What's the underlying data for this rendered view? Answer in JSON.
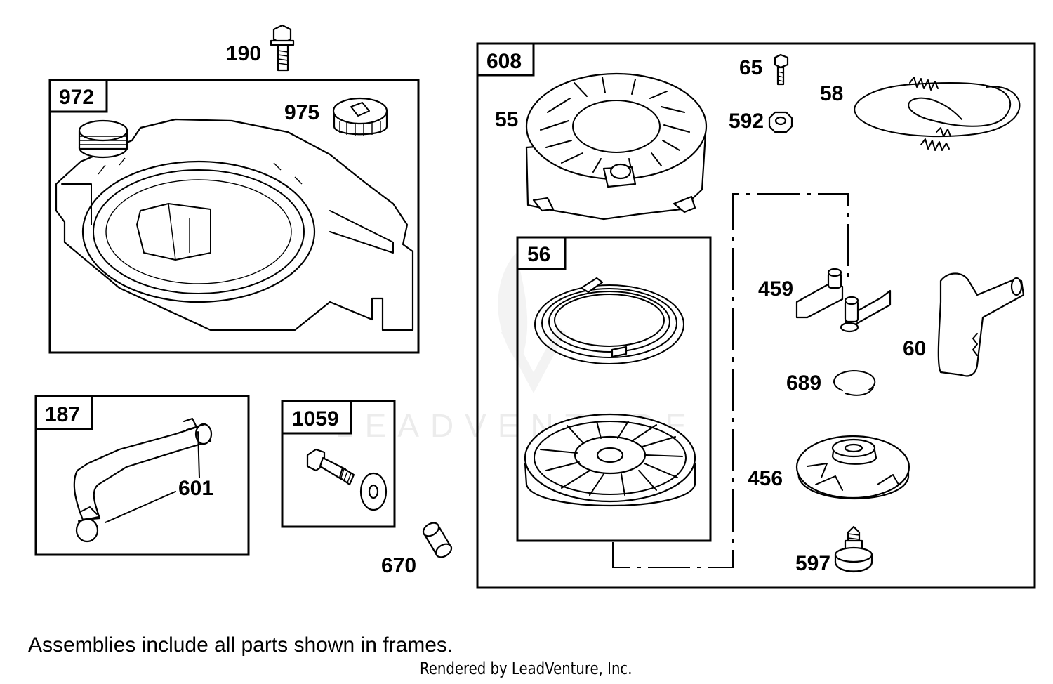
{
  "frames": {
    "f972": "972",
    "f187": "187",
    "f1059": "1059",
    "f608": "608",
    "f56": "56"
  },
  "callouts": {
    "c190": "190",
    "c975": "975",
    "c601": "601",
    "c670": "670",
    "c65": "65",
    "c58": "58",
    "c55": "55",
    "c592": "592",
    "c459": "459",
    "c60": "60",
    "c689": "689",
    "c456": "456",
    "c597": "597"
  },
  "watermark": "LEADVENTURE",
  "footnote": "Assemblies include all parts shown in frames.",
  "credit": "Rendered by LeadVenture, Inc."
}
